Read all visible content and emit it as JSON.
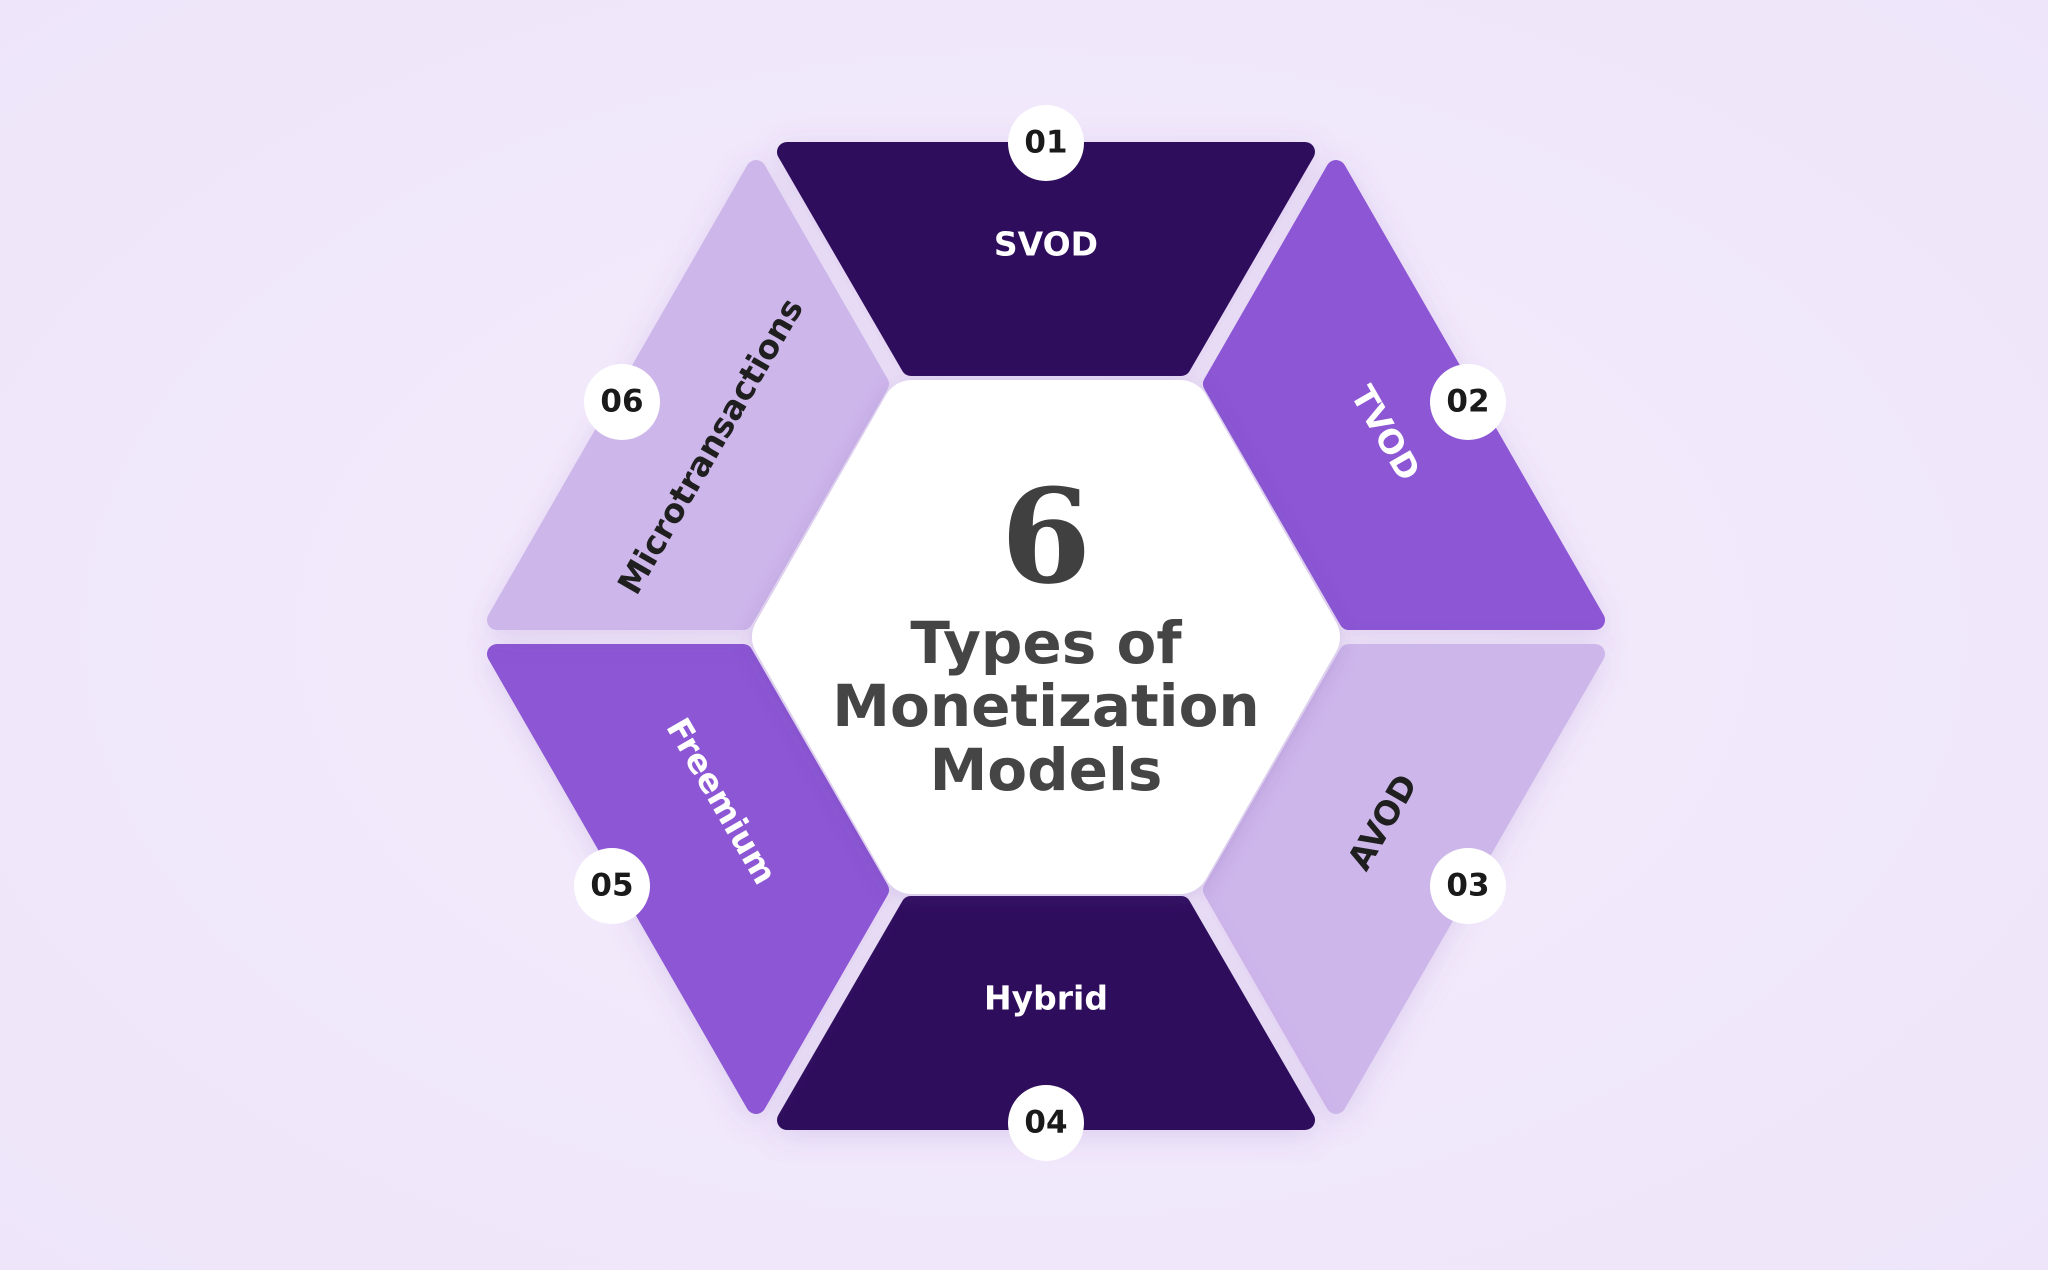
{
  "center": {
    "number": "6",
    "lines": [
      "Types of",
      "Monetization",
      "Models"
    ]
  },
  "segments": [
    {
      "id": "01",
      "label": "SVOD",
      "color": "#2f0b5c",
      "text_color": "#ffffff"
    },
    {
      "id": "02",
      "label": "TVOD",
      "color": "#8c56d4",
      "text_color": "#ffffff"
    },
    {
      "id": "03",
      "label": "AVOD",
      "color": "#cdb6ea",
      "text_color": "#1f1f1f"
    },
    {
      "id": "04",
      "label": "Hybrid",
      "color": "#2f0b5c",
      "text_color": "#ffffff"
    },
    {
      "id": "05",
      "label": "Freemium",
      "color": "#8c56d4",
      "text_color": "#ffffff"
    },
    {
      "id": "06",
      "label": "Microtransactions",
      "color": "#cdb6ea",
      "text_color": "#1f1f1f"
    }
  ],
  "colors": {
    "background": "#f1e8fb",
    "center_fill": "#ffffff",
    "badge_fill": "#ffffff"
  }
}
